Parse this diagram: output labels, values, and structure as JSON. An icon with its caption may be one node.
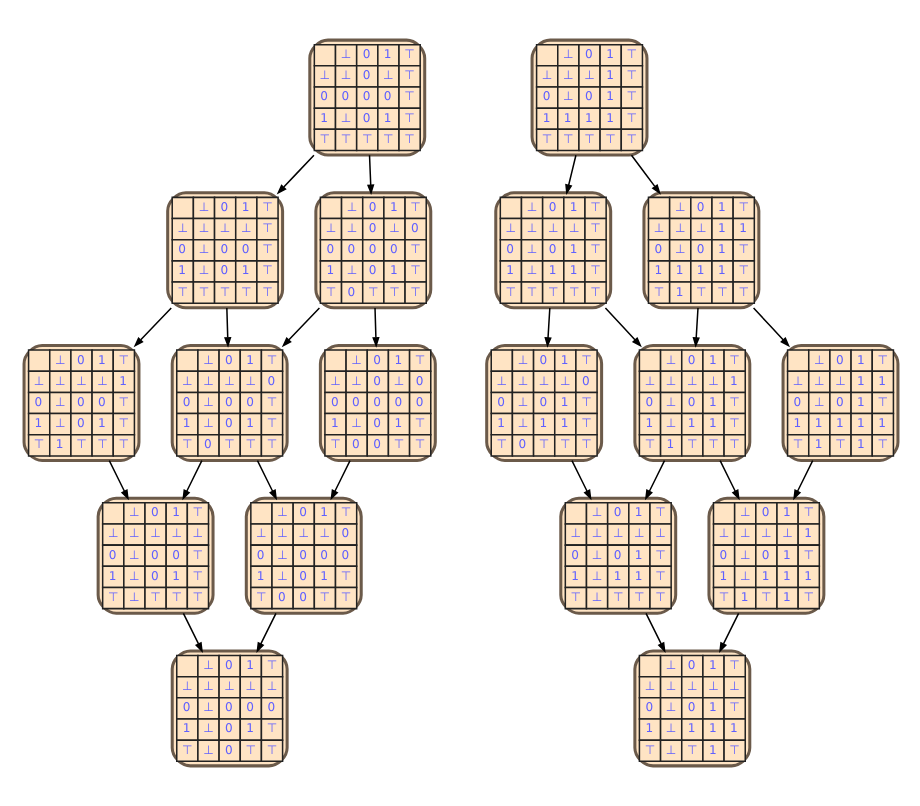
{
  "diagram": {
    "nodes": [
      {
        "text": [
          "⊥",
          "0",
          "1",
          "⊤",
          "⊥",
          "⊥",
          "0",
          "⊥",
          "⊤",
          "0",
          "0",
          "0",
          "0",
          "⊤",
          "1",
          "⊥",
          "0",
          "1",
          "⊤",
          "⊤",
          "⊤",
          "⊤",
          "⊤",
          "⊤"
        ]
      },
      {
        "text": [
          "⊥",
          "0",
          "1",
          "⊤",
          "⊥",
          "⊥",
          "⊥",
          "⊥",
          "⊤",
          "0",
          "⊥",
          "0",
          "0",
          "⊤",
          "1",
          "⊥",
          "0",
          "1",
          "⊤",
          "⊤",
          "⊤",
          "⊤",
          "⊤",
          "⊤"
        ]
      },
      {
        "text": [
          "⊥",
          "0",
          "1",
          "⊤",
          "⊥",
          "⊥",
          "0",
          "⊥",
          "0",
          "0",
          "0",
          "0",
          "0",
          "⊤",
          "1",
          "⊥",
          "0",
          "1",
          "⊤",
          "⊤",
          "0",
          "⊤",
          "⊤",
          "⊤"
        ]
      },
      {
        "text": [
          "⊥",
          "0",
          "1",
          "⊤",
          "⊥",
          "⊥",
          "⊥",
          "⊥",
          "1",
          "0",
          "⊥",
          "0",
          "0",
          "⊤",
          "1",
          "⊥",
          "0",
          "1",
          "⊤",
          "⊤",
          "1",
          "⊤",
          "⊤",
          "⊤"
        ]
      },
      {
        "text": [
          "⊥",
          "0",
          "1",
          "⊤",
          "⊥",
          "⊥",
          "⊥",
          "⊥",
          "0",
          "0",
          "⊥",
          "0",
          "0",
          "⊤",
          "1",
          "⊥",
          "0",
          "1",
          "⊤",
          "⊤",
          "0",
          "⊤",
          "⊤",
          "⊤"
        ]
      },
      {
        "text": [
          "⊥",
          "0",
          "1",
          "⊤",
          "⊥",
          "⊥",
          "0",
          "⊥",
          "0",
          "0",
          "0",
          "0",
          "0",
          "0",
          "1",
          "⊥",
          "0",
          "1",
          "⊤",
          "⊤",
          "0",
          "0",
          "⊤",
          "⊤"
        ]
      },
      {
        "text": [
          "⊥",
          "0",
          "1",
          "⊤",
          "⊥",
          "⊥",
          "⊥",
          "⊥",
          "⊥",
          "0",
          "⊥",
          "0",
          "0",
          "⊤",
          "1",
          "⊥",
          "0",
          "1",
          "⊤",
          "⊤",
          "⊥",
          "⊤",
          "⊤",
          "⊤"
        ]
      },
      {
        "text": [
          "⊥",
          "0",
          "1",
          "⊤",
          "⊥",
          "⊥",
          "⊥",
          "⊥",
          "0",
          "0",
          "⊥",
          "0",
          "0",
          "0",
          "1",
          "⊥",
          "0",
          "1",
          "⊤",
          "⊤",
          "0",
          "0",
          "⊤",
          "⊤"
        ]
      },
      {
        "text": [
          "⊥",
          "0",
          "1",
          "⊤",
          "⊥",
          "⊥",
          "⊥",
          "⊥",
          "⊥",
          "0",
          "⊥",
          "0",
          "0",
          "0",
          "1",
          "⊥",
          "0",
          "1",
          "⊤",
          "⊤",
          "⊥",
          "0",
          "⊤",
          "⊤"
        ]
      },
      {
        "text": [
          "⊥",
          "0",
          "1",
          "⊤",
          "⊥",
          "⊥",
          "⊥",
          "1",
          "⊤",
          "0",
          "⊥",
          "0",
          "1",
          "⊤",
          "1",
          "1",
          "1",
          "1",
          "⊤",
          "⊤",
          "⊤",
          "⊤",
          "⊤",
          "⊤"
        ]
      },
      {
        "text": [
          "⊥",
          "0",
          "1",
          "⊤",
          "⊥",
          "⊥",
          "⊥",
          "⊥",
          "⊤",
          "0",
          "⊥",
          "0",
          "1",
          "⊤",
          "1",
          "⊥",
          "1",
          "1",
          "⊤",
          "⊤",
          "⊤",
          "⊤",
          "⊤",
          "⊤"
        ]
      },
      {
        "text": [
          "⊥",
          "0",
          "1",
          "⊤",
          "⊥",
          "⊥",
          "⊥",
          "1",
          "1",
          "0",
          "⊥",
          "0",
          "1",
          "⊤",
          "1",
          "1",
          "1",
          "1",
          "⊤",
          "⊤",
          "1",
          "⊤",
          "⊤",
          "⊤"
        ]
      },
      {
        "text": [
          "⊥",
          "0",
          "1",
          "⊤",
          "⊥",
          "⊥",
          "⊥",
          "⊥",
          "0",
          "0",
          "⊥",
          "0",
          "1",
          "⊤",
          "1",
          "⊥",
          "1",
          "1",
          "⊤",
          "⊤",
          "0",
          "⊤",
          "⊤",
          "⊤"
        ]
      },
      {
        "text": [
          "⊥",
          "0",
          "1",
          "⊤",
          "⊥",
          "⊥",
          "⊥",
          "⊥",
          "1",
          "0",
          "⊥",
          "0",
          "1",
          "⊤",
          "1",
          "⊥",
          "1",
          "1",
          "⊤",
          "⊤",
          "1",
          "⊤",
          "⊤",
          "⊤"
        ]
      },
      {
        "text": [
          "⊥",
          "0",
          "1",
          "⊤",
          "⊥",
          "⊥",
          "⊥",
          "1",
          "1",
          "0",
          "⊥",
          "0",
          "1",
          "⊤",
          "1",
          "1",
          "1",
          "1",
          "1",
          "⊤",
          "1",
          "⊤",
          "1",
          "⊤"
        ]
      },
      {
        "text": [
          "⊥",
          "0",
          "1",
          "⊤",
          "⊥",
          "⊥",
          "⊥",
          "⊥",
          "⊥",
          "0",
          "⊥",
          "0",
          "1",
          "⊤",
          "1",
          "⊥",
          "1",
          "1",
          "⊤",
          "⊤",
          "⊥",
          "⊤",
          "⊤",
          "⊤"
        ]
      },
      {
        "text": [
          "⊥",
          "0",
          "1",
          "⊤",
          "⊥",
          "⊥",
          "⊥",
          "⊥",
          "1",
          "0",
          "⊥",
          "0",
          "1",
          "⊤",
          "1",
          "⊥",
          "1",
          "1",
          "1",
          "⊤",
          "1",
          "⊤",
          "1",
          "⊤"
        ]
      },
      {
        "text": [
          "⊥",
          "0",
          "1",
          "⊤",
          "⊥",
          "⊥",
          "⊥",
          "⊥",
          "⊥",
          "0",
          "⊥",
          "0",
          "1",
          "⊤",
          "1",
          "⊥",
          "1",
          "1",
          "1",
          "⊤",
          "⊥",
          "⊤",
          "1",
          "⊤"
        ]
      }
    ],
    "edges": [
      {
        "from": 0,
        "to": 1,
        "arrow": "to"
      },
      {
        "from": 0,
        "to": 2,
        "arrow": "to"
      },
      {
        "from": 1,
        "to": 3,
        "arrow": "to"
      },
      {
        "from": 1,
        "to": 4,
        "arrow": "to"
      },
      {
        "from": 2,
        "to": 4,
        "arrow": "to"
      },
      {
        "from": 2,
        "to": 5,
        "arrow": "to"
      },
      {
        "from": 3,
        "to": 6,
        "arrow": "to"
      },
      {
        "from": 4,
        "to": 6,
        "arrow": "to"
      },
      {
        "from": 4,
        "to": 7,
        "arrow": "to"
      },
      {
        "from": 5,
        "to": 7,
        "arrow": "to"
      },
      {
        "from": 6,
        "to": 8,
        "arrow": "to"
      },
      {
        "from": 7,
        "to": 8,
        "arrow": "to"
      },
      {
        "from": 9,
        "to": 10,
        "arrow": "to"
      },
      {
        "from": 9,
        "to": 11,
        "arrow": "to"
      },
      {
        "from": 10,
        "to": 12,
        "arrow": "to"
      },
      {
        "from": 10,
        "to": 13,
        "arrow": "to"
      },
      {
        "from": 11,
        "to": 13,
        "arrow": "to"
      },
      {
        "from": 11,
        "to": 14,
        "arrow": "to"
      },
      {
        "from": 12,
        "to": 15,
        "arrow": "to"
      },
      {
        "from": 13,
        "to": 15,
        "arrow": "to"
      },
      {
        "from": 13,
        "to": 16,
        "arrow": "to"
      },
      {
        "from": 14,
        "to": 16,
        "arrow": "to"
      },
      {
        "from": 15,
        "to": 17,
        "arrow": "to"
      },
      {
        "from": 16,
        "to": 17,
        "arrow": "to"
      }
    ]
  }
}
